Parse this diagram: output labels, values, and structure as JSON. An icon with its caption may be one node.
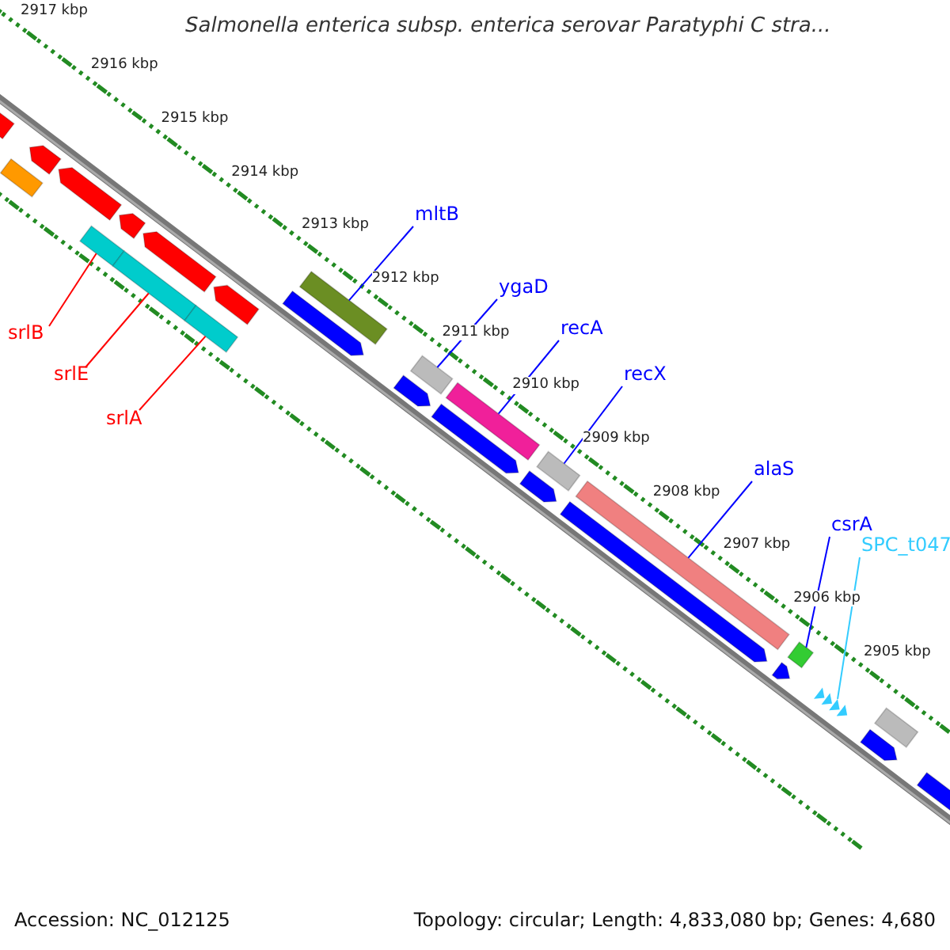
{
  "diagram": {
    "title": "Salmonella enterica subsp. enterica serovar Paratyphi C stra...",
    "nodes": [
      {
        "text": [
          "mltB"
        ]
      },
      {
        "text": [],
        "shape": "bar"
      },
      {
        "text": [
          "ygaD"
        ]
      },
      {
        "text": [],
        "shape": "bar"
      },
      {
        "text": [
          "recA"
        ]
      },
      {
        "text": [],
        "shape": "bar"
      },
      {
        "text": [
          "recX"
        ]
      },
      {
        "text": [],
        "shape": "bar"
      },
      {
        "text": [
          "srlB"
        ]
      },
      {
        "text": [],
        "shape": "bar"
      },
      {
        "text": [
          "srlE"
        ]
      },
      {
        "text": [],
        "shape": "bar"
      },
      {
        "text": [
          "alaS"
        ]
      },
      {
        "text": [],
        "shape": "bar"
      },
      {
        "text": [
          "srlA"
        ]
      },
      {
        "text": [],
        "shape": "bar"
      },
      {
        "text": [
          "csrA"
        ]
      },
      {
        "text": [],
        "shape": "bar"
      },
      {
        "text": [
          "SPC_t047"
        ]
      },
      {
        "text": [],
        "shape": "triangle"
      },
      {
        "text": [],
        "shape": "arrow"
      },
      {
        "text": [],
        "shape": "arrow"
      },
      {
        "text": [],
        "shape": "arrow"
      },
      {
        "text": [],
        "shape": "arrow"
      },
      {
        "text": [],
        "shape": "arrow"
      },
      {
        "text": [],
        "shape": "arrow"
      },
      {
        "text": [],
        "shape": "bar"
      },
      {
        "text": [],
        "shape": "arrow"
      },
      {
        "text": [],
        "shape": "arrow"
      },
      {
        "text": [],
        "shape": "arrow"
      },
      {
        "text": [],
        "shape": "arrow"
      },
      {
        "text": [],
        "shape": "arrow"
      },
      {
        "text": [],
        "shape": "arrow"
      },
      {
        "text": [],
        "shape": "arrow"
      },
      {
        "text": [],
        "shape": "arrow"
      },
      {
        "text": [],
        "shape": "bar"
      }
    ],
    "edges": [
      {
        "from": 0,
        "to": 1,
        "arrow": "none"
      },
      {
        "from": 2,
        "to": 3,
        "arrow": "none"
      },
      {
        "from": 4,
        "to": 5,
        "arrow": "none"
      },
      {
        "from": 6,
        "to": 7,
        "arrow": "none"
      },
      {
        "from": 8,
        "to": 9,
        "arrow": "none",
        "color": "#ff0000"
      },
      {
        "from": 10,
        "to": 11,
        "arrow": "none",
        "color": "#ff0000"
      },
      {
        "from": 12,
        "to": 13,
        "arrow": "none"
      },
      {
        "from": 14,
        "to": 15,
        "arrow": "none",
        "color": "#ff0000"
      },
      {
        "from": 16,
        "to": 17,
        "arrow": "none"
      },
      {
        "from": 18,
        "to": 19,
        "arrow": "none",
        "color": "#33ccff"
      }
    ],
    "labels": [
      "2917 kbp",
      "2916 kbp",
      "2915 kbp",
      "2914 kbp",
      "2913 kbp",
      "2912 kbp",
      "2911 kbp",
      "2910 kbp",
      "2909 kbp",
      "2908 kbp",
      "2907 kbp",
      "2906 kbp",
      "2905 kbp",
      "Accession: NC_012125",
      "Topology: circular; Length: 4,833,080 bp; Genes: 4,680"
    ]
  }
}
